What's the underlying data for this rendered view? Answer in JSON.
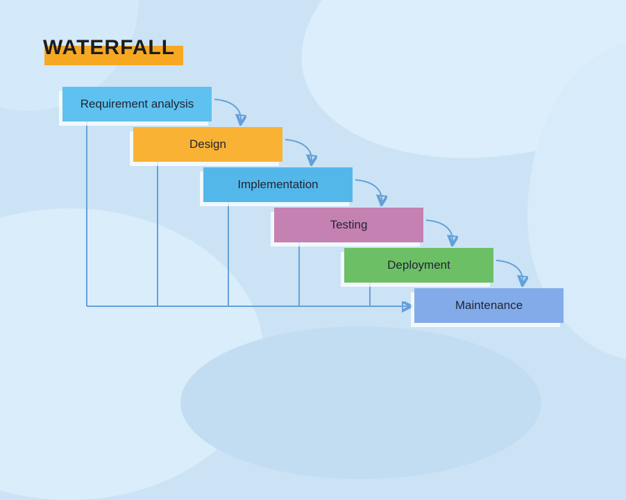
{
  "title": {
    "text": "WATERFALL",
    "highlight_color": "#f7a823"
  },
  "diagram": {
    "type": "waterfall-model-flow",
    "steps": [
      {
        "label": "Requirement analysis",
        "color": "#5ec1ef"
      },
      {
        "label": "Design",
        "color": "#f9b234"
      },
      {
        "label": "Implementation",
        "color": "#54b7ea"
      },
      {
        "label": "Testing",
        "color": "#c481b2"
      },
      {
        "label": "Deployment",
        "color": "#6dbf66"
      },
      {
        "label": "Maintenance",
        "color": "#84abe9"
      }
    ],
    "flow": {
      "arrow_color": "#64a0d8",
      "forward_connections": [
        "Requirement analysis → Design",
        "Design → Implementation",
        "Implementation → Testing",
        "Testing → Deployment",
        "Deployment → Maintenance"
      ],
      "feedback_connections": [
        "Requirement analysis → Maintenance",
        "Design → Maintenance",
        "Implementation → Maintenance",
        "Testing → Maintenance",
        "Deployment → Maintenance"
      ]
    },
    "colors": {
      "background": "#cbe3f5",
      "background_blob": "#dceefb"
    }
  }
}
